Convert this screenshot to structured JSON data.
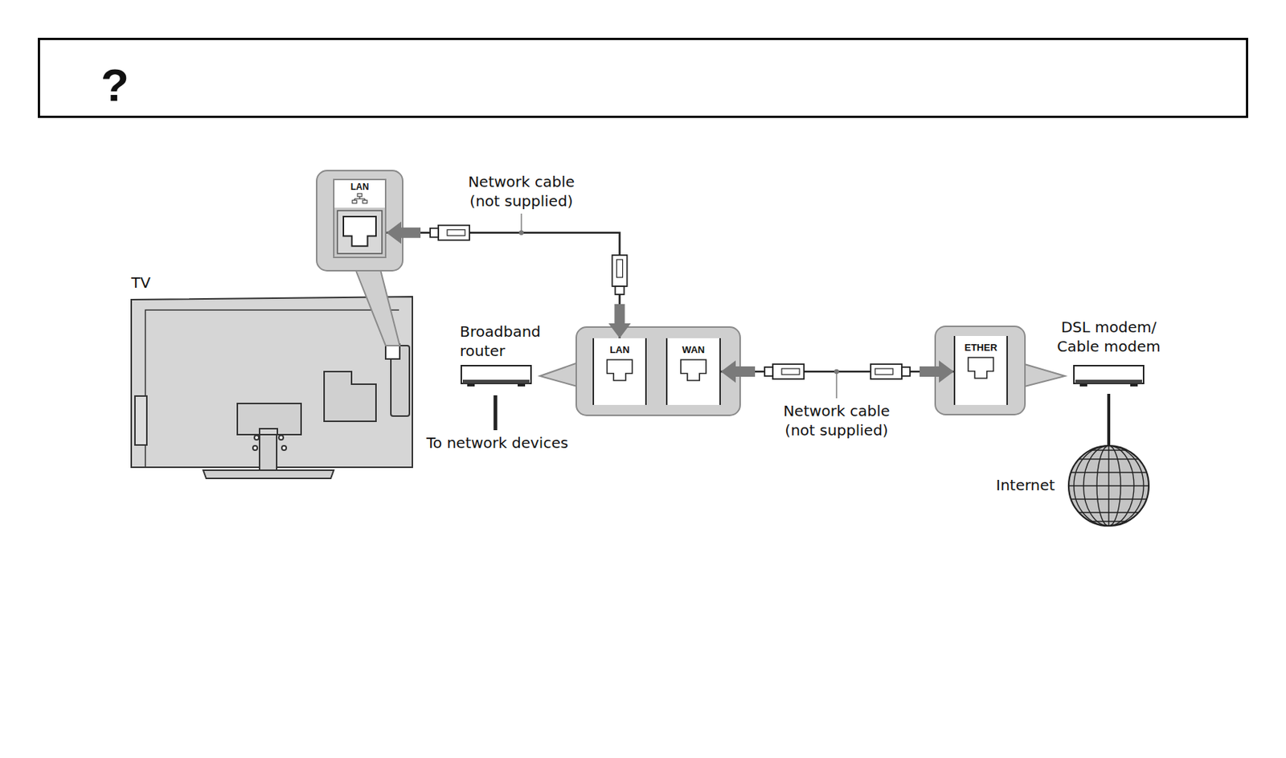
{
  "diagram": {
    "nodes": [
      {
        "text": [
          "?"
        ]
      },
      {
        "text": [
          "LAN"
        ]
      },
      {
        "text": [
          "LAN"
        ]
      },
      {
        "text": [
          "WAN"
        ]
      },
      {
        "text": [
          "ETHER"
        ]
      }
    ],
    "edges": [
      {
        "from": 1,
        "to": 2,
        "arrow": "both",
        "label": "Network cable (not supplied)"
      },
      {
        "from": 3,
        "to": 4,
        "arrow": "both",
        "label": "Network cable (not supplied)"
      }
    ],
    "labels": [
      "TV",
      "Broadband router",
      "To network devices",
      "DSL modem/ Cable modem",
      "Internet"
    ]
  }
}
